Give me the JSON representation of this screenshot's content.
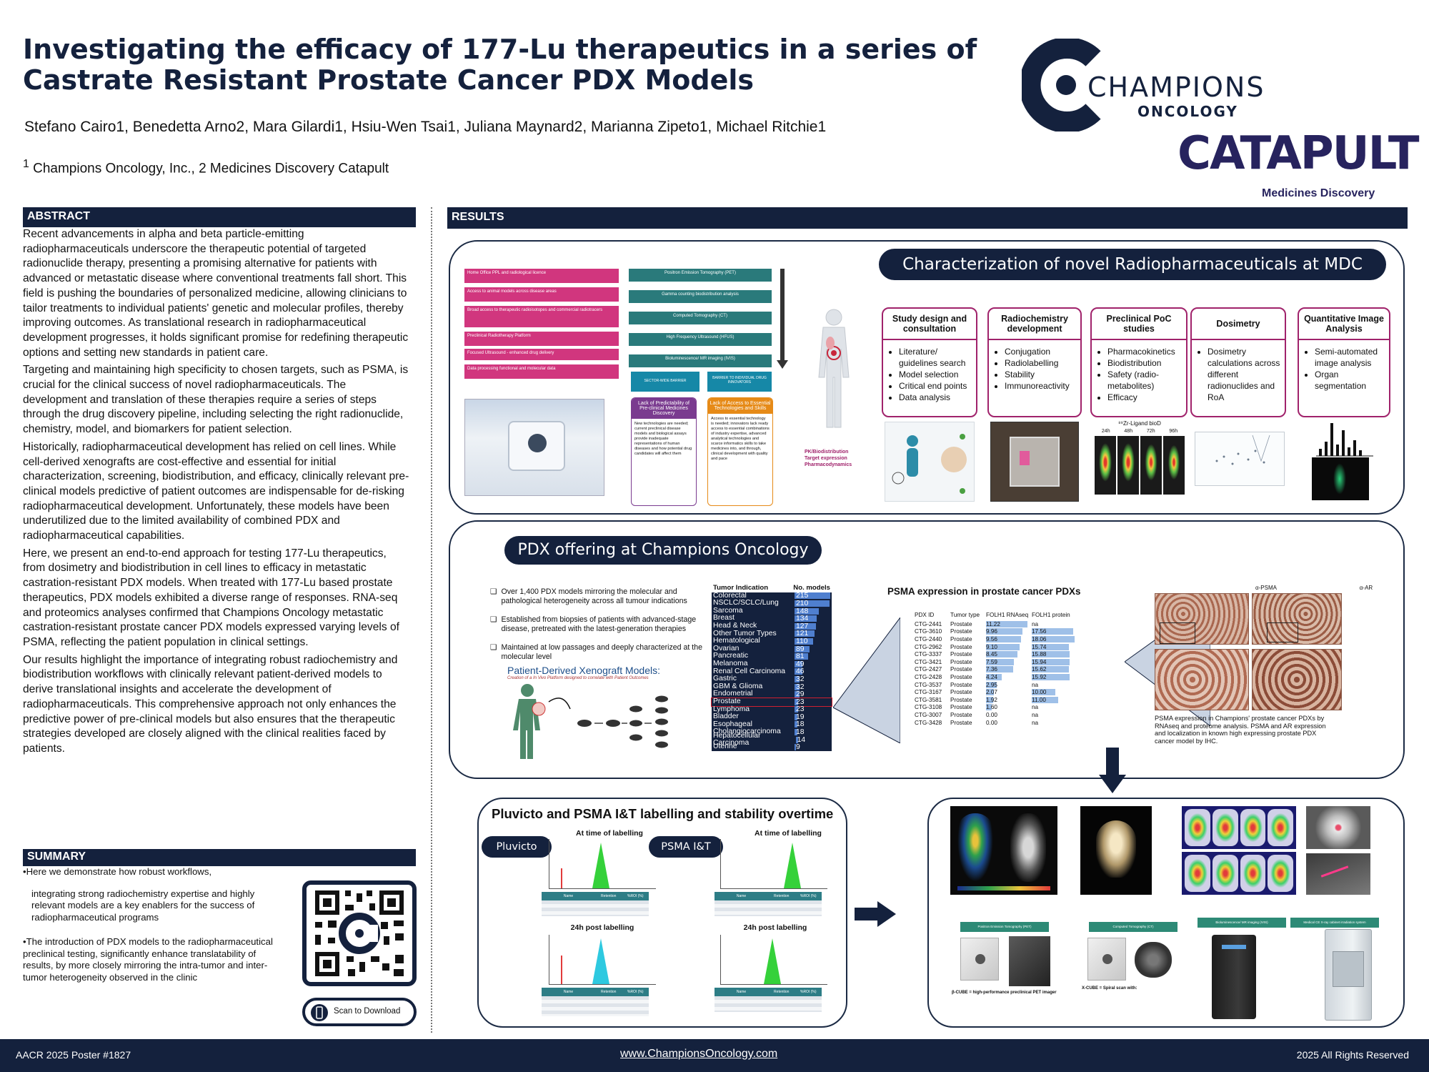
{
  "header": {
    "title_line1": "Investigating the efficacy of 177-Lu therapeutics in a series of",
    "title_line2": "Castrate Resistant Prostate Cancer PDX Models",
    "authors": "Stefano Cairo1, Benedetta Arno2, Mara Gilardi1, Hsiu-Wen Tsai1, Juliana Maynard2, Marianna Zipeto1, Michael Ritchie1",
    "affiliation_sup": "1",
    "affiliation": "Champions Oncology, Inc., 2 Medicines Discovery Catapult",
    "logo_champions_1": "CHAMPIONS",
    "logo_champions_2": "ONCOLOGY",
    "logo_catapult_1": "CATAPULT",
    "logo_catapult_2": "Medicines Discovery"
  },
  "abstract": {
    "heading": "ABSTRACT",
    "p1": "Recent advancements in alpha and beta particle-emitting radiopharmaceuticals underscore the therapeutic potential of targeted radionuclide therapy, presenting a promising alternative for patients with advanced or metastatic disease where conventional treatments fall short. This field is pushing the boundaries of personalized medicine, allowing clinicians to tailor treatments to individual patients' genetic and molecular profiles, thereby improving outcomes. As translational research in radiopharmaceutical development progresses, it holds significant promise for redefining therapeutic options and setting new standards in patient care.",
    "p2": "Targeting and maintaining high specificity to chosen targets, such as PSMA, is crucial for the clinical success of novel radiopharmaceuticals. The development and translation of these therapies require a series of steps through the drug discovery pipeline, including selecting the right radionuclide, chemistry, model, and biomarkers for patient selection.",
    "p3": "Historically, radiopharmaceutical development has relied on cell lines. While cell-derived xenografts are cost-effective and essential for initial characterization, screening, biodistribution, and efficacy, clinically relevant pre-clinical models predictive of patient outcomes are indispensable for de-risking radiopharmaceutical development. Unfortunately, these models have been underutilized due to the limited availability of combined PDX and radiopharmaceutical capabilities.",
    "p4": "Here, we present an end-to-end approach for testing 177-Lu therapeutics, from dosimetry and biodistribution in cell lines to efficacy in metastatic castration-resistant PDX models. When treated with 177-Lu based prostate therapeutics, PDX models exhibited a diverse range of responses. RNA-seq and proteomics analyses confirmed that Champions Oncology metastatic castration-resistant prostate cancer PDX models expressed varying levels of PSMA, reflecting the patient population in clinical settings.",
    "p5": "Our results highlight the importance of integrating robust radiochemistry and biodistribution workflows with clinically relevant patient-derived models to derive translational insights and accelerate the development of radiopharmaceuticals. This comprehensive approach not only enhances the predictive power of pre-clinical models but also ensures that the therapeutic strategies developed are closely aligned with the clinical realities faced by patients."
  },
  "summary": {
    "heading": "SUMMARY",
    "b1a": "•Here we demonstrate how robust workflows,",
    "b1b": "integrating strong radiochemistry expertise and highly relevant models are a key enablers for the success of radiopharmaceutical programs",
    "b2": "•The introduction of PDX models to the radiopharmaceutical preclinical testing, significantly enhance translatability of results, by more closely mirroring the intra-tumor and inter-tumor heterogeneity observed in the clinic",
    "qr_button": "Scan to Download"
  },
  "results": {
    "heading": "RESULTS",
    "mdc_title": "Characterization of novel Radiopharmaceuticals at MDC",
    "mdc_left_bars": [
      "Home Office PPL and radiological licence",
      "Access to animal models across disease areas",
      "Broad access to therapeutic radioisotopes and commercial radiotracers",
      "Preclinical Radiotherapy Platform",
      "Focused Ultrasound - enhanced drug delivery",
      "Data processing functional and molecular data"
    ],
    "mdc_teal_bars": [
      "Positron Emission Tomography (PET)",
      "Gamma counting biodistribution analysis",
      "Computed Tomography (CT)",
      "High Frequency Ultrasound (HFUS)",
      "Bioluminescence/ MR imaging (IVIS)"
    ],
    "sector_barrier": "SECTOR-WIDE BARRIER",
    "individual_barrier": "BARRIER TO INDIVIDUAL DRUG INNOVATORS",
    "lack_predict": "Lack of Predictability of Pre-clinical Medicines Discovery",
    "lack_access": "Lack of Access to Essential Technologies and Skills",
    "lack_predict_text": "New technologies are needed; current preclinical disease models and biological assays provide inadequate representations of human diseases and how potential drug candidates will affect them",
    "lack_access_text": "Access to essential technology is needed; innovators lack ready access to essential combinations of industry expertise, advanced analytical technologies and scarce informatics skills to take medicines into, and through, clinical development with quality and pace",
    "pk_label": "PK/Biodistribution Target expression Pharmacodynamics",
    "steps": [
      {
        "title": "Study design and consultation",
        "items": [
          "Literature/ guidelines search",
          "Model selection",
          "Critical end points",
          "Data analysis"
        ]
      },
      {
        "title": "Radiochemistry development",
        "items": [
          "Conjugation",
          "Radiolabelling",
          "Stability",
          "Immunoreactivity"
        ]
      },
      {
        "title": "Preclinical PoC studies",
        "items": [
          "Pharmacokinetics",
          "Biodistribution",
          "Safety (radio-metabolites)",
          "Efficacy"
        ]
      },
      {
        "title": "Dosimetry",
        "items": [
          "Dosimetry calculations across different radionuclides and RoA"
        ]
      },
      {
        "title": "Quantitative Image Analysis",
        "items": [
          "Semi-automated image analysis",
          "Organ segmentation"
        ]
      }
    ],
    "zr_label": "⁸⁹Zr-Ligand bioD",
    "zr_times": [
      "24h",
      "48h",
      "72h",
      "96h"
    ],
    "pdx_title": "PDX offering at Champions Oncology",
    "pdx_bullets": [
      "Over 1,400 PDX models mirroring the molecular and pathological heterogeneity across all tumour indications",
      "Established from biopsies of patients with advanced-stage disease, pretreated with the latest-generation therapies",
      "Maintained at low passages and deeply characterized at the molecular level"
    ],
    "pdx_fig_title": "Patient-Derived Xenograft Models:",
    "pdx_fig_sub": "Creation of a In Vivo Platform designed to correlate with Patient Outcomes",
    "tumor_table": {
      "h1": "Tumor Indication",
      "h2": "No. models",
      "rows": [
        {
          "name": "Colorectal",
          "n": 215
        },
        {
          "name": "NSCLC/SCLC/Lung",
          "n": 210
        },
        {
          "name": "Sarcoma",
          "n": 148
        },
        {
          "name": "Breast",
          "n": 134
        },
        {
          "name": "Head & Neck",
          "n": 127
        },
        {
          "name": "Other Tumor Types",
          "n": 121
        },
        {
          "name": "Hematological",
          "n": 110
        },
        {
          "name": "Ovarian",
          "n": 89
        },
        {
          "name": "Pancreatic",
          "n": 81
        },
        {
          "name": "Melanoma",
          "n": 49
        },
        {
          "name": "Renal Cell Carcinoma",
          "n": 46
        },
        {
          "name": "Gastric",
          "n": 32
        },
        {
          "name": "GBM & Glioma",
          "n": 32
        },
        {
          "name": "Endometrial",
          "n": 29
        },
        {
          "name": "Prostate",
          "n": 23
        },
        {
          "name": "Lymphoma",
          "n": 23
        },
        {
          "name": "Bladder",
          "n": 19
        },
        {
          "name": "Esophageal",
          "n": 18
        },
        {
          "name": "Cholangiocarcinoma",
          "n": 18
        },
        {
          "name": "Hepatocellular Carcinoma",
          "n": 14
        },
        {
          "name": "Uterine",
          "n": 9
        }
      ]
    },
    "psma_title": "PSMA expression in prostate cancer PDXs",
    "psma_headers": [
      "PDX ID",
      "Tumor type",
      "FOLH1 RNAseq",
      "FOLH1 protein"
    ],
    "psma_rows": [
      {
        "id": "CTG-2441",
        "type": "Prostate",
        "rna": 11.22,
        "prot": "na"
      },
      {
        "id": "CTG-3610",
        "type": "Prostate",
        "rna": 9.96,
        "prot": 17.56
      },
      {
        "id": "CTG-2440",
        "type": "Prostate",
        "rna": 9.56,
        "prot": 18.06
      },
      {
        "id": "CTG-2962",
        "type": "Prostate",
        "rna": 9.1,
        "prot": 15.74
      },
      {
        "id": "CTG-3337",
        "type": "Prostate",
        "rna": 8.45,
        "prot": 15.88
      },
      {
        "id": "CTG-3421",
        "type": "Prostate",
        "rna": 7.59,
        "prot": 15.94
      },
      {
        "id": "CTG-2427",
        "type": "Prostate",
        "rna": 7.36,
        "prot": 15.62
      },
      {
        "id": "CTG-2428",
        "type": "Prostate",
        "rna": 4.24,
        "prot": 15.92
      },
      {
        "id": "CTG-3537",
        "type": "Prostate",
        "rna": 2.95,
        "prot": "na"
      },
      {
        "id": "CTG-3167",
        "type": "Prostate",
        "rna": 2.07,
        "prot": 10.0
      },
      {
        "id": "CTG-3581",
        "type": "Prostate",
        "rna": 1.92,
        "prot": 11.0
      },
      {
        "id": "CTG-3108",
        "type": "Prostate",
        "rna": 1.6,
        "prot": "na"
      },
      {
        "id": "CTG-3007",
        "type": "Prostate",
        "rna": 0.0,
        "prot": "na"
      },
      {
        "id": "CTG-3428",
        "type": "Prostate",
        "rna": 0.0,
        "prot": "na"
      }
    ],
    "ihc_label1": "α-PSMA",
    "ihc_label2": "α-AR",
    "ihc_caption": "PSMA expression in Champions' prostate cancer PDXs by RNAseq and proteome analysis. PSMA and AR expression and localization in known high expressing prostate PDX cancer model by IHC.",
    "label_title": "Pluvicto and PSMA I&T labelling and stability overtime",
    "pluvicto": "Pluvicto",
    "psma_it": "PSMA I&T",
    "at_time": "At time of labelling",
    "post_24h": "24h post labelling",
    "stab_headers": [
      "Name",
      "Retention",
      "%ROI (%)"
    ],
    "instrument_labels": [
      "Positron Emission Tomography (PET)",
      "Computed Tomography (CT)",
      "Bioluminescence/ MR imaging (IVIS)",
      "Medical CE X-ray cabinet irradiation system"
    ],
    "pet_caption": "β-CUBE = high-performance preclinical PET imager",
    "ct_caption": "X-CUBE = Spiral scan with:"
  },
  "footer": {
    "left": "AACR 2025 Poster #1827",
    "center": "www.ChampionsOncology.com",
    "right": "2025 All Rights Reserved"
  },
  "colors": {
    "navy": "#14213d",
    "magenta": "#d1367e",
    "teal": "#2a7a7b",
    "plum": "#a0226b"
  }
}
